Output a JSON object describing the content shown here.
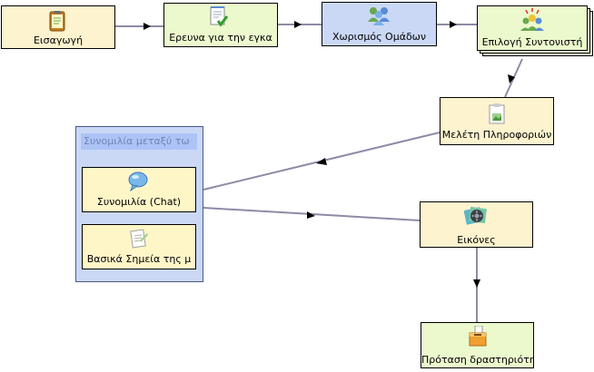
{
  "colors": {
    "yellow_node": "#fdf3cf",
    "green_node": "#ebf9cd",
    "blue_node": "#cad8f6",
    "group_title_bg": "#aec3f5",
    "connector": "#8e8aa6",
    "arrowhead": "#000000"
  },
  "nodes": {
    "intro": {
      "label": "Εισαγωγή",
      "icon": "notepad-icon"
    },
    "research": {
      "label": "Ερευνα για την εγκα",
      "icon": "checklist-icon"
    },
    "grouping": {
      "label": "Χωρισμός Ομάδων",
      "icon": "people-group-icon"
    },
    "coordinator": {
      "label": "Επιλογή Συντονιστή",
      "icon": "leader-icon"
    },
    "study": {
      "label": "Μελέτη Πληροφοριών",
      "icon": "document-icon"
    },
    "images": {
      "label": "Εικόνες",
      "icon": "film-reel-icon"
    },
    "proposal": {
      "label": "Πρόταση δραστηριότη",
      "icon": "ballot-box-icon"
    }
  },
  "group": {
    "title": "Συνομιλία μεταξύ τω",
    "chat": {
      "label": "Συνομιλία (Chat)",
      "icon": "speech-bubble-icon"
    },
    "key_points": {
      "label": "Βασικά Σημεία της μ",
      "icon": "notes-icon"
    }
  }
}
